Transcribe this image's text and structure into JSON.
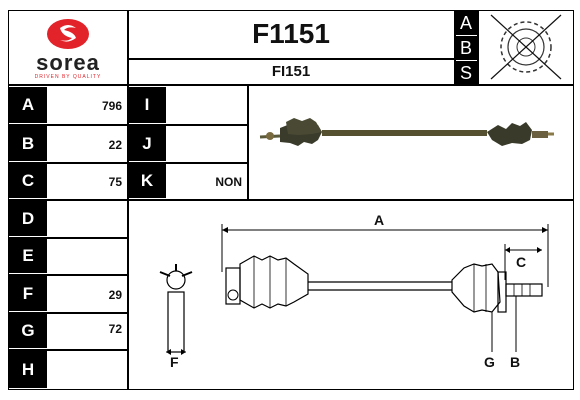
{
  "brand": {
    "name": "sorea",
    "tagline": "DRIVEN BY QUALITY",
    "colors": {
      "red": "#e2232a",
      "dark": "#222222"
    }
  },
  "header": {
    "part_number": "F1151",
    "sub_code": "FI151"
  },
  "abs": {
    "letters": [
      "A",
      "B",
      "S"
    ],
    "icon": "abs-sensor-ring-crossed-icon"
  },
  "specs_left": [
    {
      "key": "A",
      "value": "796"
    },
    {
      "key": "B",
      "value": "22"
    },
    {
      "key": "C",
      "value": "75"
    },
    {
      "key": "D",
      "value": ""
    },
    {
      "key": "E",
      "value": ""
    },
    {
      "key": "F",
      "value": "29"
    },
    {
      "key": "G",
      "value": "72"
    },
    {
      "key": "H",
      "value": ""
    }
  ],
  "specs_mid": [
    {
      "key": "I",
      "value": ""
    },
    {
      "key": "J",
      "value": ""
    },
    {
      "key": "K",
      "value": "NON"
    }
  ],
  "diagram_labels": {
    "A": "A",
    "C": "C",
    "F": "F",
    "G": "G",
    "B": "B"
  }
}
